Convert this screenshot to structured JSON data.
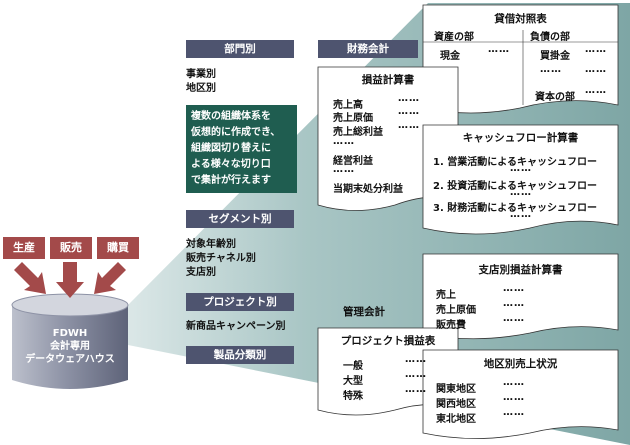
{
  "sources": [
    "生産",
    "販売",
    "購買"
  ],
  "warehouse": {
    "line1": "FDWH",
    "line2": "会計専用",
    "line3": "データウェアハウス"
  },
  "dimensions": {
    "bumon": {
      "label": "部門別",
      "items": [
        "事業別",
        "地区別"
      ]
    },
    "note": [
      "複数の組織体系を",
      "仮想的に作成でき、",
      "組織図切り替えに",
      "よる様々な切り口",
      "で集計が行えます"
    ],
    "segment": {
      "label": "セグメント別",
      "items": [
        "対象年齢別",
        "販売チャネル別",
        "支店別"
      ]
    },
    "project": {
      "label": "プロジェクト別",
      "items": [
        "新商品キャンペーン別"
      ]
    },
    "product": {
      "label": "製品分類別"
    }
  },
  "categories": {
    "financial": "財務会計",
    "management": "管理会計"
  },
  "dots": "……",
  "reports": {
    "balance_sheet": {
      "title": "貸借対照表",
      "assets_header": "資産の部",
      "liabilities_header": "負債の部",
      "assets": [
        "現金"
      ],
      "liabilities": [
        "買掛金",
        "資本の部"
      ]
    },
    "income_statement": {
      "title": "損益計算書",
      "items": [
        "売上高",
        "売上原価",
        "売上総利益",
        "経営利益",
        "当期末処分利益"
      ]
    },
    "cash_flow": {
      "title": "キャッシュフロー計算書",
      "items": [
        "1. 営業活動によるキャッシュフロー",
        "2. 投資活動によるキャッシュフロー",
        "3. 財務活動によるキャッシュフロー"
      ]
    },
    "branch_pl": {
      "title": "支店別損益計算書",
      "items": [
        "売上",
        "売上原価",
        "販売費"
      ]
    },
    "project_pl": {
      "title": "プロジェクト損益表",
      "items": [
        "一般",
        "大型",
        "特殊"
      ]
    },
    "region_sales": {
      "title": "地区別売上状況",
      "items": [
        "関東地区",
        "関西地区",
        "東北地区"
      ]
    }
  }
}
